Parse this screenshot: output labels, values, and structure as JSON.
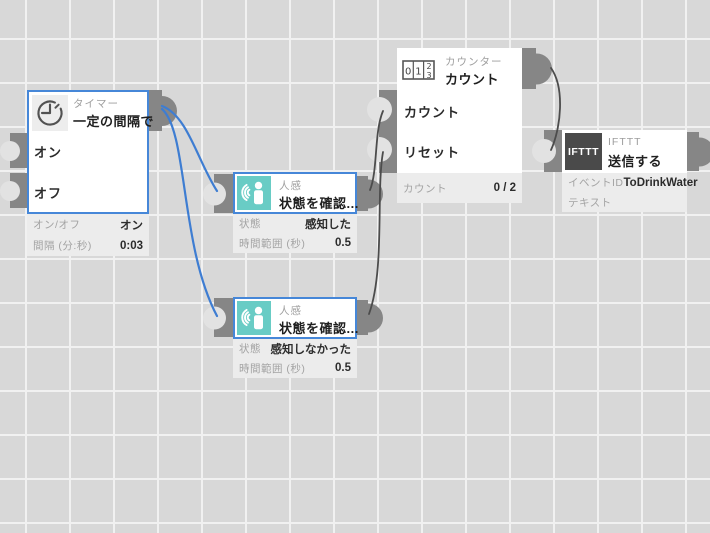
{
  "colors": {
    "canvas_bg": "#d8d8d8",
    "grid_line": "#f1f1f1",
    "accent_blue": "#4687d8",
    "wire_blue": "#3e7dd2",
    "wire_gray": "#4c4c4c",
    "connector_gray": "#868686",
    "notch_fill": "#e2e2e2",
    "props_bg": "#ececec",
    "type_label": "#9e9e9e",
    "prop_label": "#a3a3a3",
    "sensor_teal": "#69ccc5",
    "ifttt_dark": "#4a4a4a",
    "timer_icon_bg": "#ededed"
  },
  "nodes": {
    "timer": {
      "type_label": "タイマー",
      "title": "一定の間隔で",
      "icon": "timer-clock-icon",
      "selected": true,
      "inputs": [
        {
          "label": "オン"
        },
        {
          "label": "オフ"
        }
      ],
      "props": [
        {
          "label": "オン/オフ",
          "value": "オン"
        },
        {
          "label": "間隔 (分:秒)",
          "value": "0:03"
        }
      ]
    },
    "sensor1": {
      "type_label": "人感",
      "title": "状態を確認...",
      "icon": "motion-sensor-icon",
      "selected": true,
      "props": [
        {
          "label": "状態",
          "value": "感知した"
        },
        {
          "label": "時間範囲 (秒)",
          "value": "0.5"
        }
      ]
    },
    "sensor2": {
      "type_label": "人感",
      "title": "状態を確認...",
      "icon": "motion-sensor-icon",
      "selected": true,
      "props": [
        {
          "label": "状態",
          "value": "感知しなかった"
        },
        {
          "label": "時間範囲 (秒)",
          "value": "0.5"
        }
      ]
    },
    "counter": {
      "type_label": "カウンター",
      "title": "カウント",
      "icon": "counter-digits-icon",
      "icon_digits": [
        "0",
        "1",
        "2",
        "3"
      ],
      "selected": false,
      "inputs": [
        {
          "label": "カウント"
        },
        {
          "label": "リセット"
        }
      ],
      "props": [
        {
          "label": "カウント",
          "value": "0 / 2"
        }
      ]
    },
    "ifttt": {
      "type_label": "IFTTT",
      "title": "送信する",
      "icon": "ifttt-logo-icon",
      "icon_text": "IFTTT",
      "selected": false,
      "props": [
        {
          "label": "イベントID",
          "value": "ToDrinkWater"
        },
        {
          "label": "テキスト",
          "value": ""
        }
      ]
    }
  },
  "connections": [
    {
      "from": "timer-output",
      "to": "sensor1-input",
      "color": "blue"
    },
    {
      "from": "timer-output",
      "to": "sensor2-input",
      "color": "blue"
    },
    {
      "from": "sensor1-output",
      "to": "counter-count-input",
      "color": "gray"
    },
    {
      "from": "sensor2-output",
      "to": "counter-reset-input",
      "color": "gray"
    },
    {
      "from": "counter-output",
      "to": "ifttt-input",
      "color": "gray"
    }
  ]
}
